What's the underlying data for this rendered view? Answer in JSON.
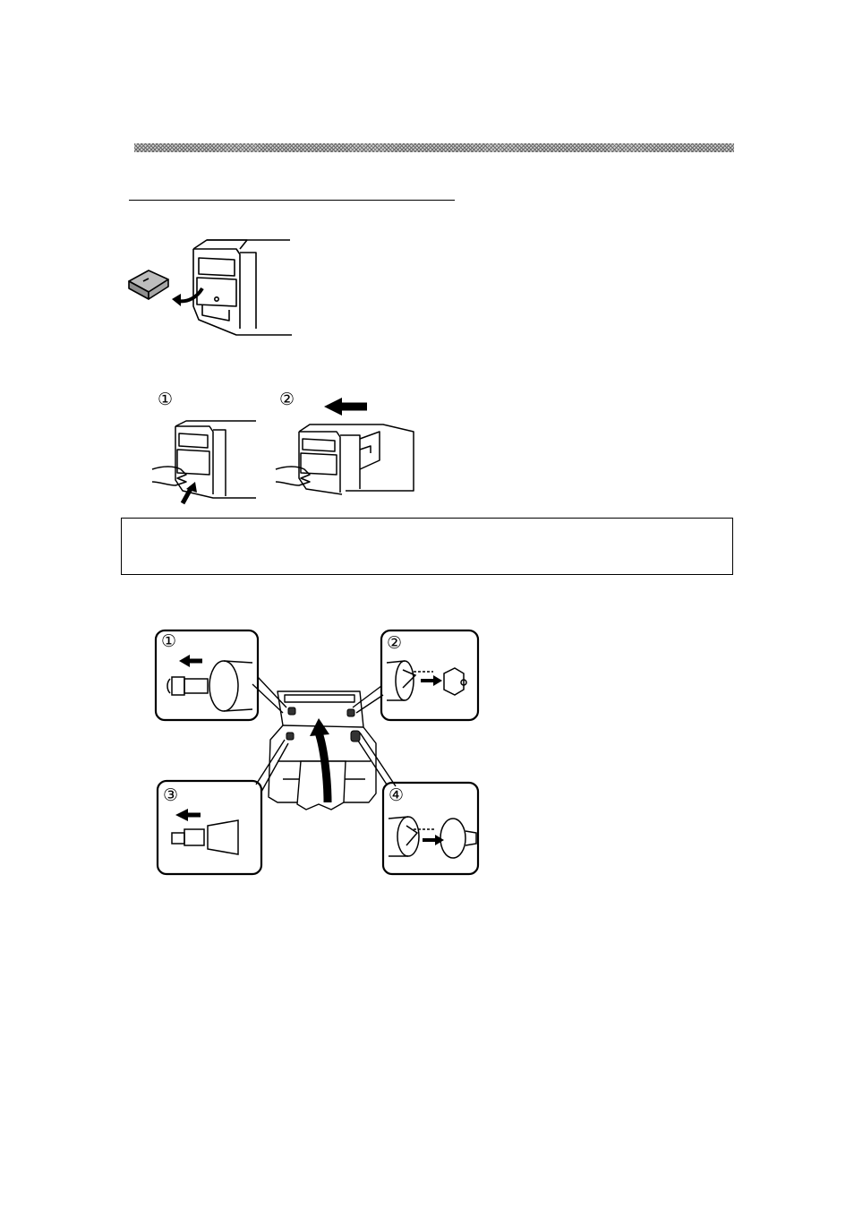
{
  "figure2": {
    "labels": [
      "①",
      "②"
    ]
  },
  "figure3": {
    "callout_labels": [
      "①",
      "②",
      "③",
      "④"
    ]
  },
  "icons": {
    "arrow": "arrow-icon",
    "circled_number": "circled-number-icon"
  }
}
